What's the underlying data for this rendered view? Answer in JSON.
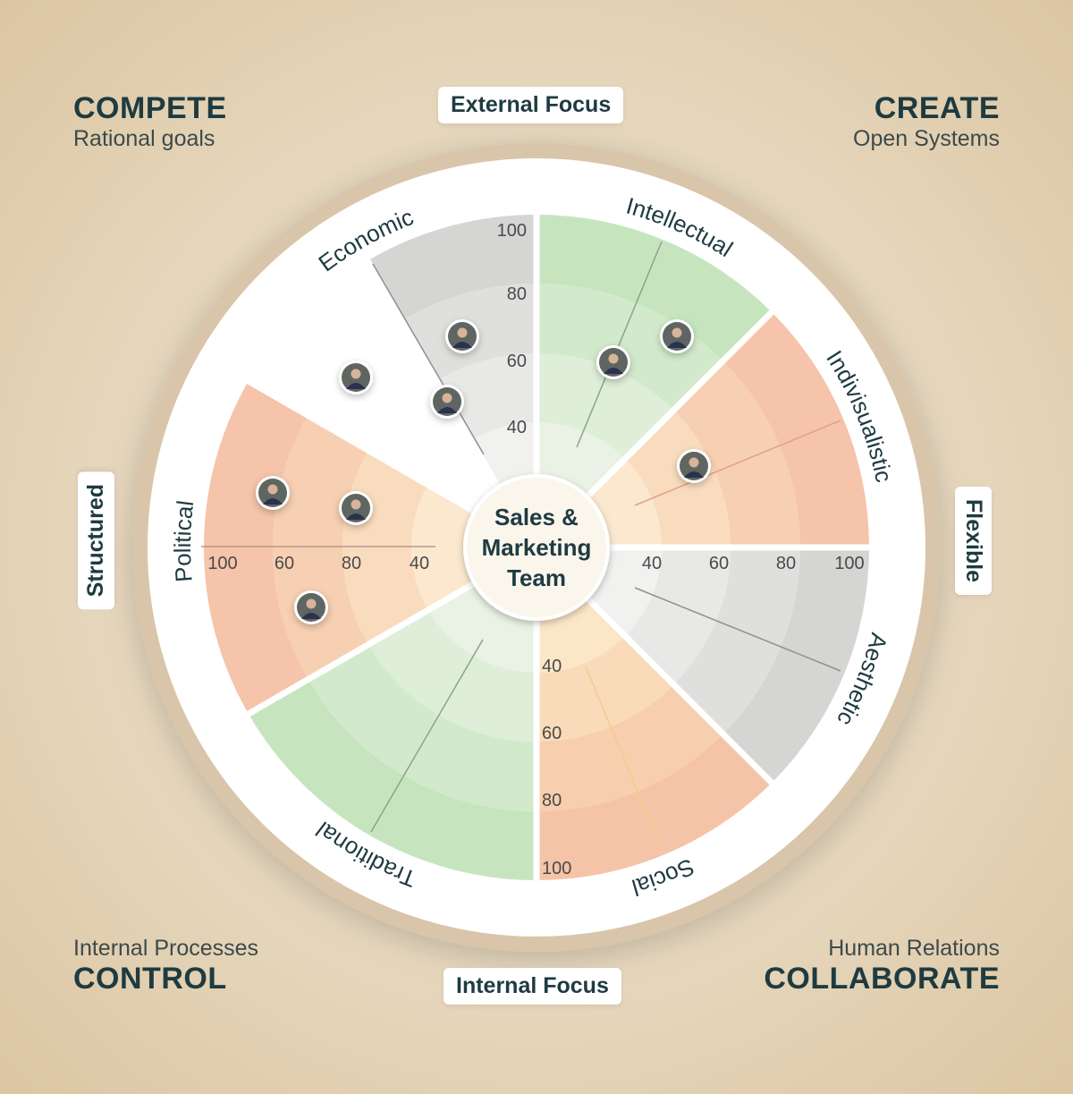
{
  "corners": {
    "top_left": {
      "title": "COMPETE",
      "subtitle": "Rational goals"
    },
    "top_right": {
      "title": "CREATE",
      "subtitle": "Open Systems"
    },
    "bottom_left": {
      "title": "CONTROL",
      "subtitle": "Internal Processes"
    },
    "bottom_right": {
      "title": "COLLABORATE",
      "subtitle": "Human Relations"
    }
  },
  "axes": {
    "top": "External Focus",
    "bottom": "Internal Focus",
    "left": "Structured",
    "right": "Flexible"
  },
  "center": {
    "line1": "Sales &",
    "line2": "Marketing",
    "line3": "Team"
  },
  "segments": [
    {
      "name": "Economic",
      "color": "gray"
    },
    {
      "name": "Intellectual",
      "color": "green"
    },
    {
      "name": "Indivisualistic",
      "color": "red"
    },
    {
      "name": "Aesthetic",
      "color": "gray"
    },
    {
      "name": "Social",
      "color": "orange"
    },
    {
      "name": "Traditional",
      "color": "green"
    },
    {
      "name": "Political",
      "color": "red"
    }
  ],
  "scales": {
    "top": [
      "100",
      "80",
      "60",
      "40"
    ],
    "right": [
      "40",
      "60",
      "80",
      "100"
    ],
    "bottom": [
      "40",
      "60",
      "80",
      "100"
    ],
    "left": [
      "100",
      "60",
      "80",
      "40"
    ]
  },
  "members_count": 9
}
